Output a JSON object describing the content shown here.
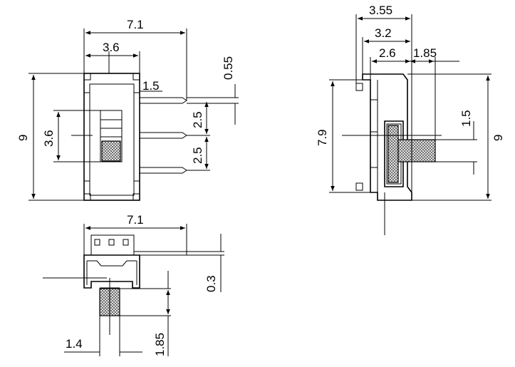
{
  "colors": {
    "line": "#000000",
    "background": "#ffffff",
    "hatch": "#555555"
  },
  "front_view": {
    "width": "7.1",
    "inner_width": "3.6",
    "pin_spacing_top": "0.55",
    "pin_length": "1.5",
    "pitch_1": "2.5",
    "pitch_2": "2.5",
    "height": "9",
    "slider_window": "3.6"
  },
  "side_view": {
    "depth": "3.55",
    "depth_inner": "3.2",
    "body_depth": "2.6",
    "actuator_length": "1.85",
    "actuator_width": "1.5",
    "body_height": "7.9",
    "total_height": "9"
  },
  "bottom_view": {
    "width": "7.1",
    "pin_thickness": "0.3",
    "actuator_width": "1.4",
    "actuator_length": "1.85"
  }
}
